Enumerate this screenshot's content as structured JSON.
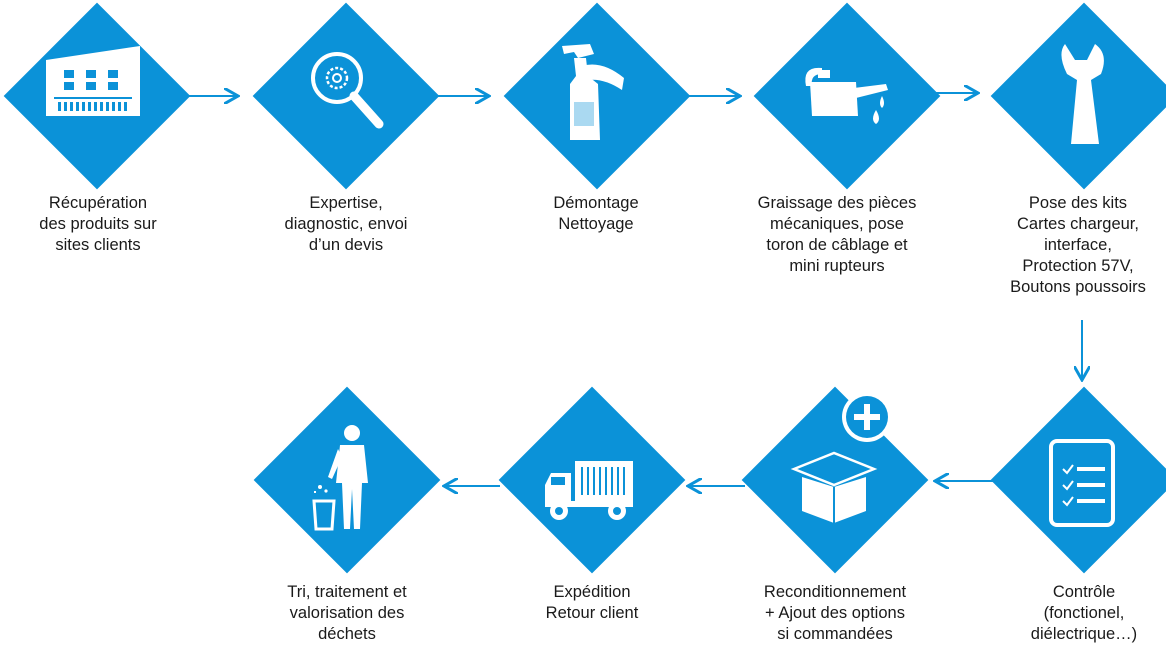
{
  "colors": {
    "accent": "#0b92d8",
    "text": "#1a1a1a",
    "icon": "#ffffff"
  },
  "steps": [
    {
      "icon": "factory-icon",
      "lines": [
        "Récupération",
        "des produits sur",
        "sites clients"
      ]
    },
    {
      "icon": "magnifier-gear-icon",
      "lines": [
        "Expertise,",
        "diagnostic, envoi",
        "d’un devis"
      ]
    },
    {
      "icon": "spray-bottle-icon",
      "lines": [
        "Démontage",
        "Nettoyage"
      ]
    },
    {
      "icon": "oil-can-icon",
      "lines": [
        "Graissage des pièces",
        "mécaniques, pose",
        "toron de câblage et",
        "mini rupteurs"
      ]
    },
    {
      "icon": "wrench-icon",
      "lines": [
        "Pose des kits",
        "Cartes chargeur,",
        "interface,",
        "Protection 57V,",
        "Boutons poussoirs"
      ]
    },
    {
      "icon": "checklist-icon",
      "lines": [
        "Contrôle",
        "(fonctionel,",
        "diélectrique…)"
      ]
    },
    {
      "icon": "open-box-plus-icon",
      "lines": [
        "Reconditionnement",
        "+ Ajout des options",
        "si commandées"
      ]
    },
    {
      "icon": "truck-icon",
      "lines": [
        "Expédition",
        "Retour client"
      ]
    },
    {
      "icon": "person-trash-icon",
      "lines": [
        "Tri, traitement et",
        "valorisation des",
        "déchets"
      ]
    }
  ]
}
